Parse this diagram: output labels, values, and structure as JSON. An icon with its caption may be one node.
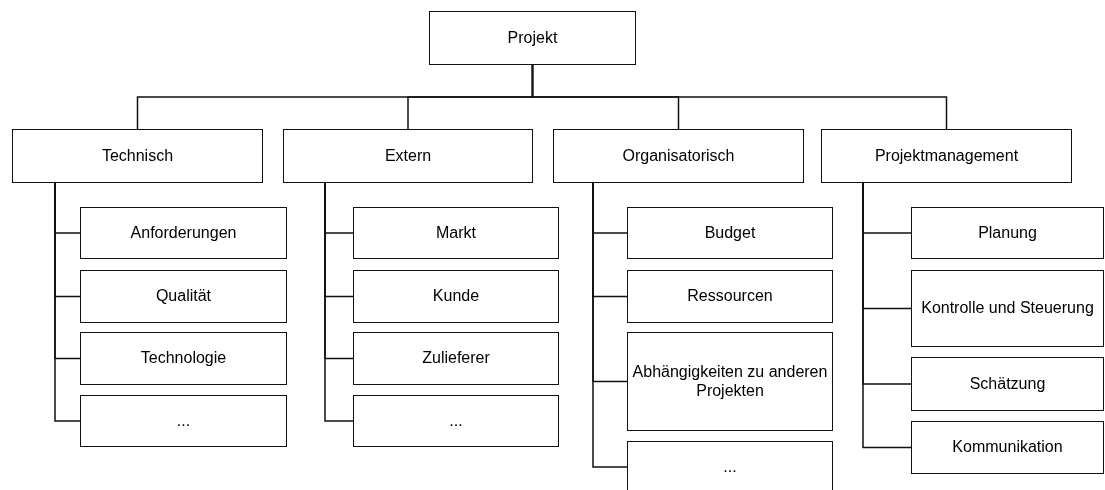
{
  "diagram": {
    "nodes": [
      {
        "text": [
          "Projekt"
        ]
      },
      {
        "text": [
          "Technisch"
        ]
      },
      {
        "text": [
          "Anforderungen"
        ]
      },
      {
        "text": [
          "Qualität"
        ]
      },
      {
        "text": [
          "Technologie"
        ]
      },
      {
        "text": [
          "..."
        ]
      },
      {
        "text": [
          "Extern"
        ]
      },
      {
        "text": [
          "Markt"
        ]
      },
      {
        "text": [
          "Kunde"
        ]
      },
      {
        "text": [
          "Zulieferer"
        ]
      },
      {
        "text": [
          "..."
        ]
      },
      {
        "text": [
          "Organisatorisch"
        ]
      },
      {
        "text": [
          "Budget"
        ]
      },
      {
        "text": [
          "Ressourcen"
        ]
      },
      {
        "text": [
          "Abhängigkeiten zu anderen Projekten"
        ]
      },
      {
        "text": [
          "..."
        ]
      },
      {
        "text": [
          "Projektmanagement"
        ]
      },
      {
        "text": [
          "Planung"
        ]
      },
      {
        "text": [
          "Kontrolle und Steuerung"
        ]
      },
      {
        "text": [
          "Schätzung"
        ]
      },
      {
        "text": [
          "Kommunikation"
        ]
      }
    ],
    "edges": [
      {
        "from": 0,
        "to": 1,
        "arrow": "none"
      },
      {
        "from": 0,
        "to": 6,
        "arrow": "none"
      },
      {
        "from": 0,
        "to": 11,
        "arrow": "none"
      },
      {
        "from": 0,
        "to": 16,
        "arrow": "none"
      },
      {
        "from": 1,
        "to": 2,
        "arrow": "none"
      },
      {
        "from": 1,
        "to": 3,
        "arrow": "none"
      },
      {
        "from": 1,
        "to": 4,
        "arrow": "none"
      },
      {
        "from": 1,
        "to": 5,
        "arrow": "none"
      },
      {
        "from": 6,
        "to": 7,
        "arrow": "none"
      },
      {
        "from": 6,
        "to": 8,
        "arrow": "none"
      },
      {
        "from": 6,
        "to": 9,
        "arrow": "none"
      },
      {
        "from": 6,
        "to": 10,
        "arrow": "none"
      },
      {
        "from": 11,
        "to": 12,
        "arrow": "none"
      },
      {
        "from": 11,
        "to": 13,
        "arrow": "none"
      },
      {
        "from": 11,
        "to": 14,
        "arrow": "none"
      },
      {
        "from": 11,
        "to": 15,
        "arrow": "none"
      },
      {
        "from": 16,
        "to": 17,
        "arrow": "none"
      },
      {
        "from": 16,
        "to": 18,
        "arrow": "none"
      },
      {
        "from": 16,
        "to": 19,
        "arrow": "none"
      },
      {
        "from": 16,
        "to": 20,
        "arrow": "none"
      }
    ]
  }
}
